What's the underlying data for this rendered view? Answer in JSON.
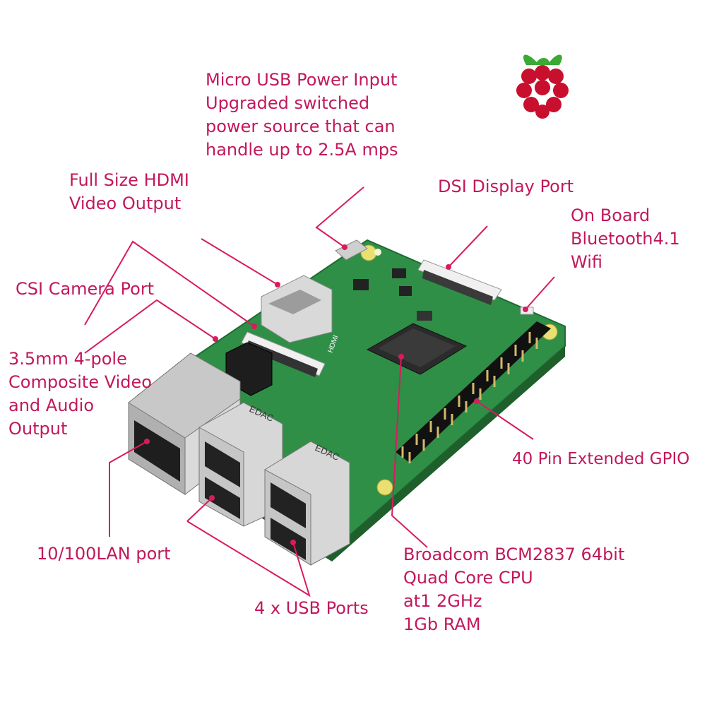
{
  "colors": {
    "label_text": "#c2185b",
    "leader_line": "#d81b60",
    "pcb": "#2f8f47",
    "logo_berry": "#c8102e",
    "logo_leaf": "#3aaa35"
  },
  "labels": {
    "usb_power": [
      "Micro USB Power Input",
      "Upgraded switched",
      "power source that can",
      "handle up to 2.5A mps"
    ],
    "hdmi": [
      "Full Size HDMI",
      "Video Output"
    ],
    "dsi": [
      "DSI Display Port"
    ],
    "wireless": [
      "On Board",
      "Bluetooth4.1",
      "Wifi"
    ],
    "csi": [
      "CSI Camera Port"
    ],
    "audio": [
      "3.5mm 4-pole",
      "Composite Video",
      "and Audio",
      "Output"
    ],
    "gpio": [
      "40 Pin Extended GPIO"
    ],
    "lan": [
      "10/100LAN port"
    ],
    "usb_ports": [
      "4 x USB Ports"
    ],
    "cpu": [
      "Broadcom BCM2837 64bit",
      "Quad Core CPU",
      "at1  2GHz",
      "1Gb RAM"
    ]
  },
  "board_marks": {
    "usb_brand": "EDAC",
    "hdmi_mark": "HDMI"
  },
  "logo": {
    "name": "raspberry-pi-logo"
  }
}
